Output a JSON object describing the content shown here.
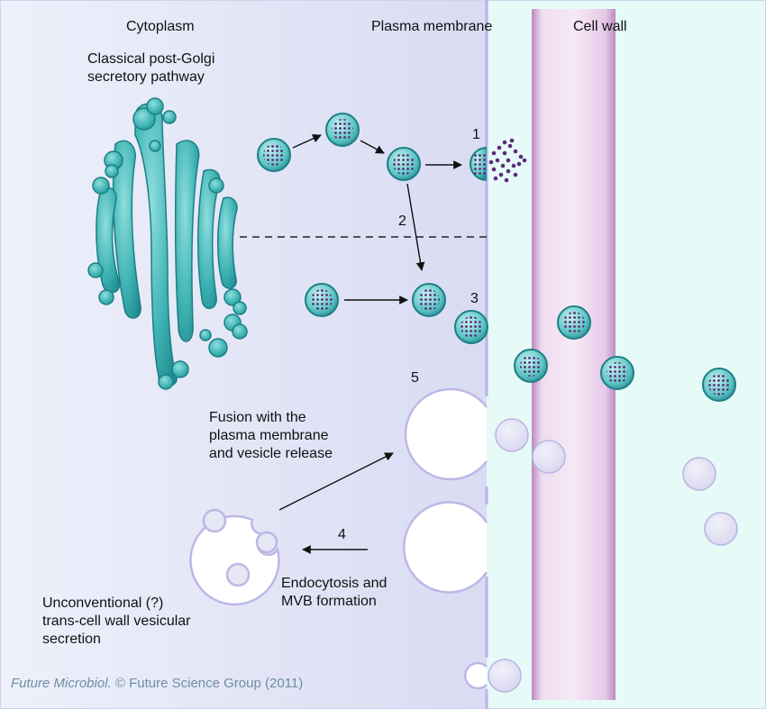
{
  "regions": {
    "cytoplasm": "Cytoplasm",
    "plasma_membrane": "Plasma membrane",
    "cell_wall": "Cell wall"
  },
  "pathway_title": {
    "line1": "Classical post-Golgi",
    "line2": "secretory pathway"
  },
  "steps": [
    "1",
    "2",
    "3",
    "4",
    "5"
  ],
  "fusion_label": {
    "line1": "Fusion with the",
    "line2": "plasma membrane",
    "line3": "and vesicle release"
  },
  "endocytosis_label": {
    "line1": "Endocytosis and",
    "line2": "MVB formation"
  },
  "unconventional_label": {
    "line1": "Unconventional (?)",
    "line2": "trans-cell wall vesicular",
    "line3": "secretion"
  },
  "credit": {
    "journal": "Future Microbiol.",
    "rest": " © Future Science Group (2011)"
  },
  "colors": {
    "cytoplasm": "#dfe3f5",
    "outside": "#e6faf8",
    "cell_wall": "#e3b8e3",
    "golgi": "#3fb5b5",
    "vesicle_cargo": "#5b2b7a",
    "vesicle_membrane": "#bfb6e6"
  }
}
